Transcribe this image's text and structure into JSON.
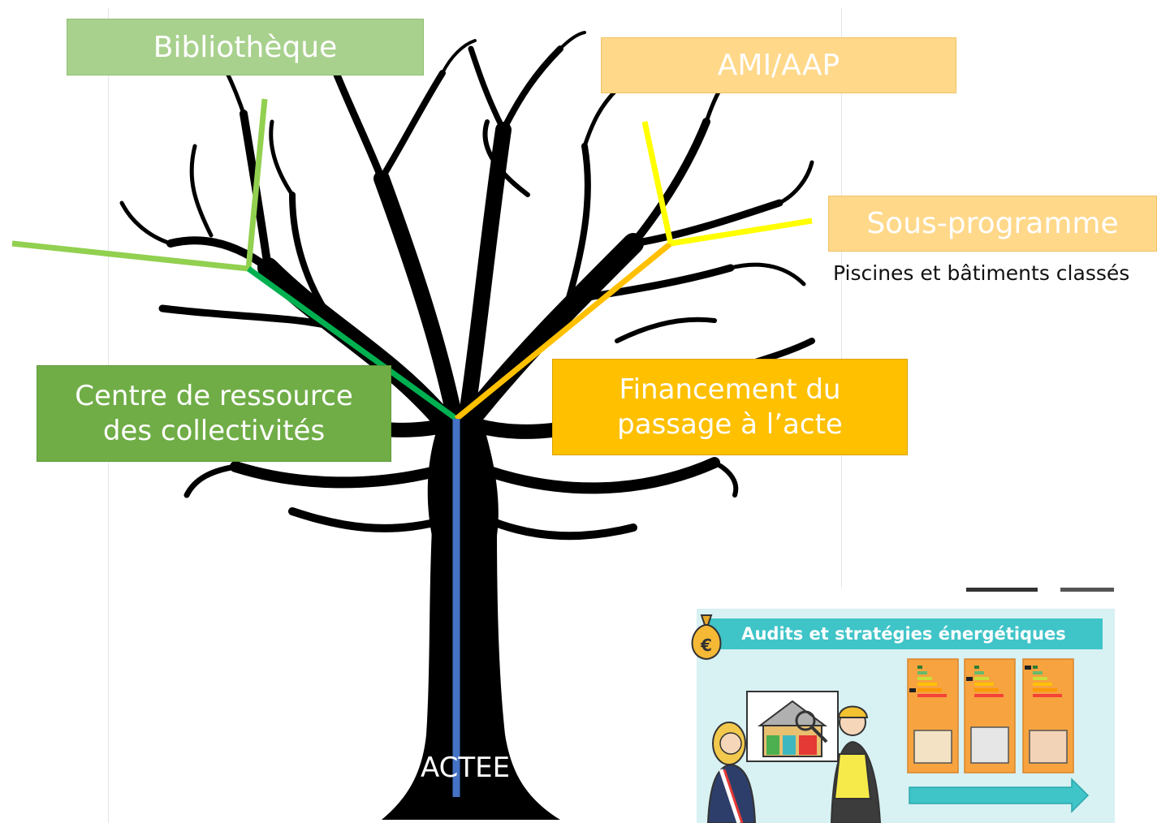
{
  "labels": {
    "bibliotheque": "Bibliothèque",
    "ami_aap": "AMI/AAP",
    "sous_programme": "Sous-programme",
    "sous_programme_caption": "Piscines et bâtiments classés",
    "centre_line1": "Centre de ressource",
    "centre_line2": "des collectivités",
    "financement_line1": "Financement du",
    "financement_line2": "passage à l’acte",
    "trunk": "ACTEE"
  },
  "inset": {
    "banner": "Audits et stratégies énergétiques",
    "currency_symbol": "€"
  },
  "colors": {
    "light_green": "#a9d18e",
    "green": "#70ad47",
    "dark_green": "#00b050",
    "light_orange": "#ffd88a",
    "orange": "#ffc000",
    "yellow": "#ffff00",
    "blue": "#4472c4",
    "tree": "#000000"
  }
}
